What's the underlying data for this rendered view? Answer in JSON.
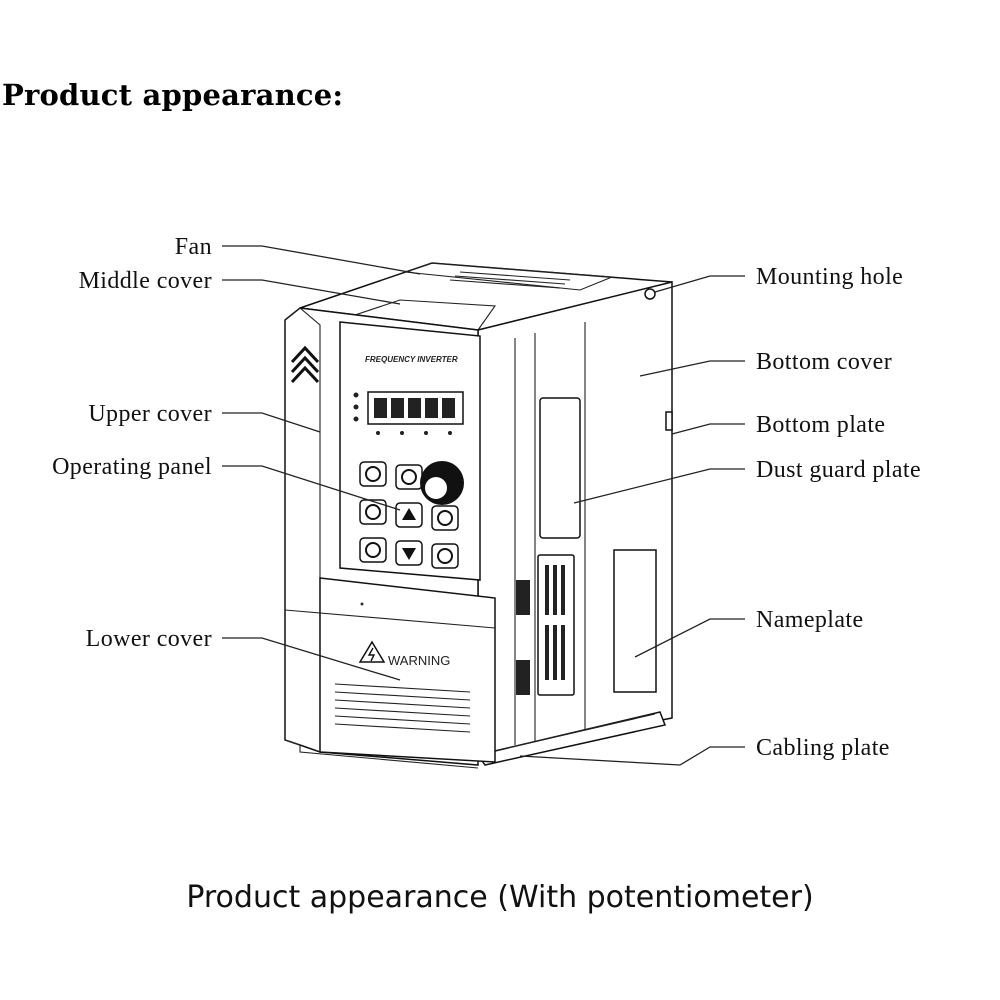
{
  "heading": "Product appearance:",
  "caption": "Product appearance (With potentiometer)",
  "labels": {
    "fan": "Fan",
    "middle_cover": "Middle cover",
    "upper_cover": "Upper cover",
    "operating_panel": "Operating panel",
    "lower_cover": "Lower cover",
    "mounting_hole": "Mounting hole",
    "bottom_cover": "Bottom cover",
    "bottom_plate": "Bottom plate",
    "dust_guard_plate": "Dust guard plate",
    "nameplate": "Nameplate",
    "cabling_plate": "Cabling plate"
  },
  "device": {
    "panel_title": "FREQUENCY INVERTER",
    "warning_text": "WARNING"
  }
}
